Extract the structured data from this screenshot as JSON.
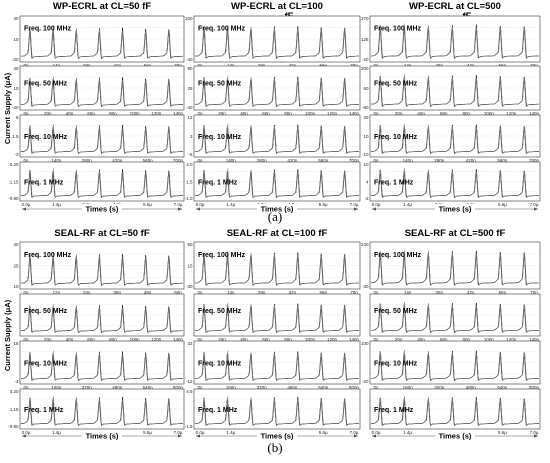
{
  "chart_data": [
    {
      "figure": "(a)",
      "ylabel": "Current Supply (μA)",
      "xlabel": "Times (s)",
      "columns": [
        {
          "title": "WP-ECRL at CL=50 fF",
          "title_extra": "",
          "rows": [
            {
              "label": "Freq. 100 MHz",
              "y_ticks": [
                "40",
                "10",
                "-20"
              ],
              "x_ticks": [
                "0n",
                "14n",
                "28n",
                "42n",
                "56n",
                "70n"
              ],
              "cycles": 7,
              "peak": 0.82
            },
            {
              "label": "Freq. 50 MHz",
              "y_ticks": [
                "40",
                "10",
                "-20"
              ],
              "x_ticks": [
                "0n",
                "20n",
                "40n",
                "60n",
                "80n",
                "100n",
                "120n",
                "140n"
              ],
              "cycles": 7,
              "peak": 0.82
            },
            {
              "label": "Freq. 10 MHz",
              "y_ticks": [
                "6",
                "1.5",
                "-3"
              ],
              "x_ticks": [
                "0n",
                "140n",
                "280n",
                "420n",
                "560n",
                "700n"
              ],
              "cycles": 7,
              "peak": 0.85
            },
            {
              "label": "Freq. 1 MHz",
              "y_ticks": [
                "3.20",
                "1.15",
                "-0.90"
              ],
              "x_ticks": [
                "0.0µ",
                "1.4µ",
                "2.8µ",
                "4.2µ",
                "5.6µ",
                "7.0µ"
              ],
              "cycles": 7,
              "peak": 0.92
            }
          ]
        },
        {
          "title": "WP-ECRL at CL=100",
          "title_extra": "fF",
          "rows": [
            {
              "label": "Freq. 100 MHz",
              "y_ticks": [
                "100",
                "",
                "-40"
              ],
              "x_ticks": [
                "0n",
                "14n",
                "28n",
                "42n",
                "56n",
                "70n"
              ],
              "cycles": 7,
              "peak": 0.86
            },
            {
              "label": "Freq. 50 MHz",
              "y_ticks": [
                "90",
                "25",
                "-40"
              ],
              "x_ticks": [
                "0n",
                "20n",
                "40n",
                "60n",
                "80n",
                "100n",
                "120n",
                "140n"
              ],
              "cycles": 7,
              "peak": 0.84
            },
            {
              "label": "Freq. 10 MHz",
              "y_ticks": [
                "12",
                "3",
                "-6"
              ],
              "x_ticks": [
                "0n",
                "140n",
                "280n",
                "420n",
                "560n",
                "700n"
              ],
              "cycles": 7,
              "peak": 0.86
            },
            {
              "label": "Freq. 1 MHz",
              "y_ticks": [
                "4.0",
                "1.5",
                "-1.0"
              ],
              "x_ticks": [
                "0.0µ",
                "1.4µ",
                "2.8µ",
                "4.2µ",
                "5.6µ",
                "7.0µ"
              ],
              "cycles": 7,
              "peak": 0.92
            }
          ]
        },
        {
          "title": "WP-ECRL at CL=500",
          "title_extra": "fF",
          "rows": [
            {
              "label": "Freq. 100 MHz",
              "y_ticks": [
                "270",
                "125",
                "-20"
              ],
              "x_ticks": [
                "0n",
                "14n",
                "28n",
                "42n",
                "56n",
                "70n"
              ],
              "cycles": 7,
              "peak": 0.9
            },
            {
              "label": "Freq. 50 MHz",
              "y_ticks": [
                "200",
                "60",
                "-80"
              ],
              "x_ticks": [
                "0n",
                "20n",
                "40n",
                "60n",
                "80n",
                "100n",
                "120n",
                "140n"
              ],
              "cycles": 7,
              "peak": 0.88
            },
            {
              "label": "Freq. 10 MHz",
              "y_ticks": [
                "30",
                "10",
                "-10"
              ],
              "x_ticks": [
                "0n",
                "140n",
                "280n",
                "420n",
                "560n",
                "700n"
              ],
              "cycles": 7,
              "peak": 0.86
            },
            {
              "label": "Freq. 1 MHz",
              "y_ticks": [
                "10",
                "4",
                "-2"
              ],
              "x_ticks": [
                "0.0µ",
                "1.4µ",
                "2.8µ",
                "4.2µ",
                "5.6µ",
                "7.0µ"
              ],
              "cycles": 7,
              "peak": 0.92
            }
          ]
        }
      ]
    },
    {
      "figure": "(b)",
      "ylabel": "Current Supply (μA)",
      "xlabel": "Times (s)",
      "columns": [
        {
          "title": "SEAL-RF at CL=50 fF",
          "title_extra": "",
          "rows": [
            {
              "label": "Freq. 100 MHz",
              "y_ticks": [
                "40",
                "25",
                "10"
              ],
              "x_ticks": [
                "0n",
                "12n",
                "24n",
                "36n",
                "48n",
                "60n"
              ],
              "cycles": 7,
              "peak": 0.82
            },
            {
              "label": "Freq. 50 MHz",
              "y_ticks": [
                "",
                "",
                ""
              ],
              "x_ticks": [
                "0n",
                "20n",
                "40n",
                "60n",
                "80n",
                "100n",
                "120n",
                "140n"
              ],
              "cycles": 7,
              "peak": 0.82
            },
            {
              "label": "Freq. 10 MHz",
              "y_ticks": [
                "16",
                "",
                "-4"
              ],
              "x_ticks": [
                "0n",
                "160n",
                "320n",
                "480n",
                "640n",
                "800n"
              ],
              "cycles": 7,
              "peak": 0.84
            },
            {
              "label": "Freq. 1 MHz",
              "y_ticks": [
                "3.20",
                "1.15",
                "-0.90"
              ],
              "x_ticks": [
                "0.0µ",
                "1.4µ",
                "2.8µ",
                "4.2µ",
                "5.6µ",
                "7.0µ"
              ],
              "cycles": 7,
              "peak": 0.9
            }
          ]
        },
        {
          "title": "SEAL-RF at CL=100 fF",
          "title_extra": "",
          "rows": [
            {
              "label": "Freq. 100 MHz",
              "y_ticks": [
                "60",
                "15",
                "-30"
              ],
              "x_ticks": [
                "0n",
                "14n",
                "28n",
                "42n",
                "56n",
                "70n"
              ],
              "cycles": 7,
              "peak": 0.86
            },
            {
              "label": "Freq. 50 MHz",
              "y_ticks": [
                "",
                "",
                ""
              ],
              "x_ticks": [
                "0n",
                "20n",
                "40n",
                "60n",
                "80n",
                "100n",
                "120n",
                "140n"
              ],
              "cycles": 7,
              "peak": 0.86
            },
            {
              "label": "Freq. 10 MHz",
              "y_ticks": [
                "32",
                "",
                "-12"
              ],
              "x_ticks": [
                "0n",
                "160n",
                "320n",
                "480n",
                "640n",
                "800n"
              ],
              "cycles": 7,
              "peak": 0.84
            },
            {
              "label": "Freq. 1 MHz",
              "y_ticks": [
                "4.5",
                "",
                "-1.5"
              ],
              "x_ticks": [
                "0.0µ",
                "1.4µ",
                "2.8µ",
                "4.2µ",
                "5.6µ",
                "7.0µ"
              ],
              "cycles": 7,
              "peak": 0.9
            }
          ]
        },
        {
          "title": "SEAL-RF at CL=500 fF",
          "title_extra": "",
          "rows": [
            {
              "label": "Freq. 100 MHz",
              "y_ticks": [
                "240",
                "",
                "-30"
              ],
              "x_ticks": [
                "0n",
                "14n",
                "28n",
                "42n",
                "56n",
                "70n"
              ],
              "cycles": 7,
              "peak": 0.9
            },
            {
              "label": "Freq. 50 MHz",
              "y_ticks": [
                "",
                "",
                ""
              ],
              "x_ticks": [
                "0n",
                "20n",
                "40n",
                "60n",
                "80n",
                "100n",
                "120n",
                "140n"
              ],
              "cycles": 7,
              "peak": 0.88
            },
            {
              "label": "Freq. 10 MHz",
              "y_ticks": [
                "100",
                "",
                "-20"
              ],
              "x_ticks": [
                "0n",
                "160n",
                "320n",
                "480n",
                "640n",
                "800n"
              ],
              "cycles": 7,
              "peak": 0.86
            },
            {
              "label": "Freq. 1 MHz",
              "y_ticks": [
                "",
                "",
                ""
              ],
              "x_ticks": [
                "0.0µ",
                "1.4µ",
                "2.8µ",
                "4.2µ",
                "5.6µ",
                "7.0µ"
              ],
              "cycles": 7,
              "peak": 0.9
            }
          ]
        }
      ]
    }
  ]
}
